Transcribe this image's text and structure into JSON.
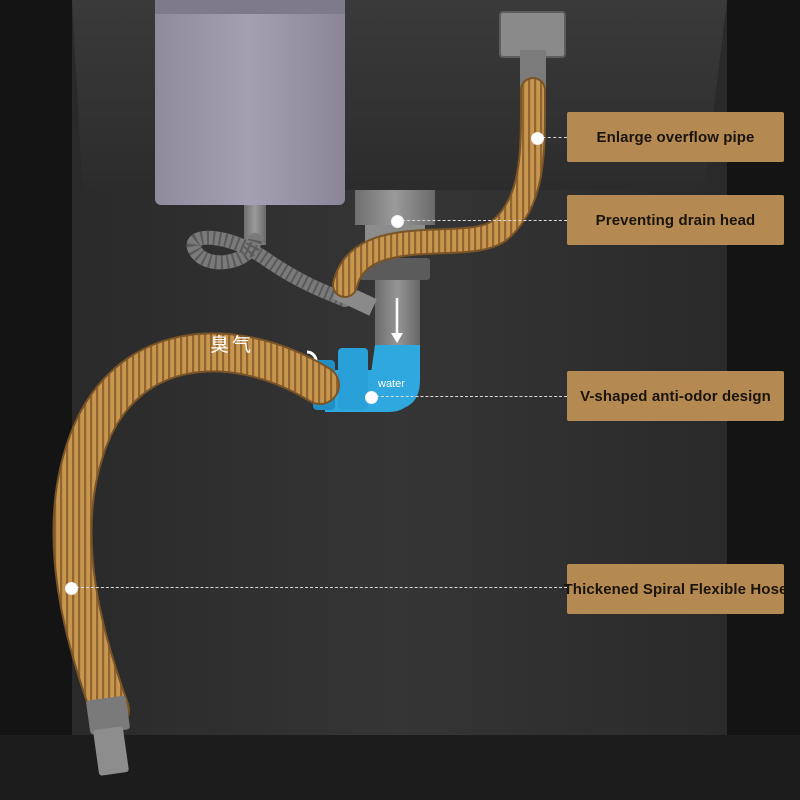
{
  "callouts": {
    "overflow_pipe": "Enlarge overflow pipe",
    "drain_head": "Preventing drain head",
    "anti_odor": "V-shaped anti-odor design",
    "flexible_hose": "Thickened Spiral Flexible Hose"
  },
  "diagram": {
    "odor_label": "臭气",
    "water_label": "water"
  },
  "colors": {
    "callout_bg": "#b58a52",
    "hose_gold": "#c9964f",
    "trap_blue": "#2ea8df",
    "cabinet_dark": "#2e2e2e"
  }
}
